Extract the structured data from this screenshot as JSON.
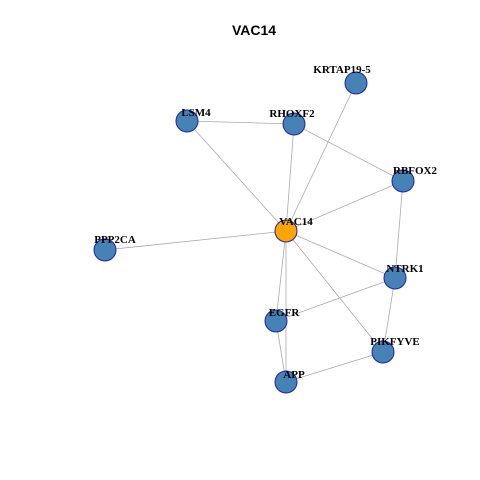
{
  "title": "VAC14",
  "colors": {
    "center_fill": "#FFA500",
    "node_fill": "#4682B4",
    "node_stroke": "#1E22AA",
    "edge": "#AAAAAA",
    "text": "#000000"
  },
  "nodes": [
    {
      "id": "VAC14",
      "label": "VAC14",
      "role": "center"
    },
    {
      "id": "KRTAP19-5",
      "label": "KRTAP19-5",
      "role": "neighbor"
    },
    {
      "id": "LSM4",
      "label": "LSM4",
      "role": "neighbor"
    },
    {
      "id": "RHOXF2",
      "label": "RHOXF2",
      "role": "neighbor"
    },
    {
      "id": "RBFOX2",
      "label": "RBFOX2",
      "role": "neighbor"
    },
    {
      "id": "PPP2CA",
      "label": "PPP2CA",
      "role": "neighbor"
    },
    {
      "id": "NTRK1",
      "label": "NTRK1",
      "role": "neighbor"
    },
    {
      "id": "EGFR",
      "label": "EGFR",
      "role": "neighbor"
    },
    {
      "id": "PIKFYVE",
      "label": "PIKFYVE",
      "role": "neighbor"
    },
    {
      "id": "APP",
      "label": "APP",
      "role": "neighbor"
    }
  ],
  "edges": [
    [
      "VAC14",
      "KRTAP19-5"
    ],
    [
      "VAC14",
      "LSM4"
    ],
    [
      "VAC14",
      "RHOXF2"
    ],
    [
      "VAC14",
      "RBFOX2"
    ],
    [
      "VAC14",
      "PPP2CA"
    ],
    [
      "VAC14",
      "NTRK1"
    ],
    [
      "VAC14",
      "EGFR"
    ],
    [
      "VAC14",
      "PIKFYVE"
    ],
    [
      "VAC14",
      "APP"
    ],
    [
      "LSM4",
      "RHOXF2"
    ],
    [
      "RHOXF2",
      "RBFOX2"
    ],
    [
      "RBFOX2",
      "NTRK1"
    ],
    [
      "NTRK1",
      "EGFR"
    ],
    [
      "NTRK1",
      "PIKFYVE"
    ],
    [
      "EGFR",
      "APP"
    ],
    [
      "PIKFYVE",
      "APP"
    ]
  ]
}
